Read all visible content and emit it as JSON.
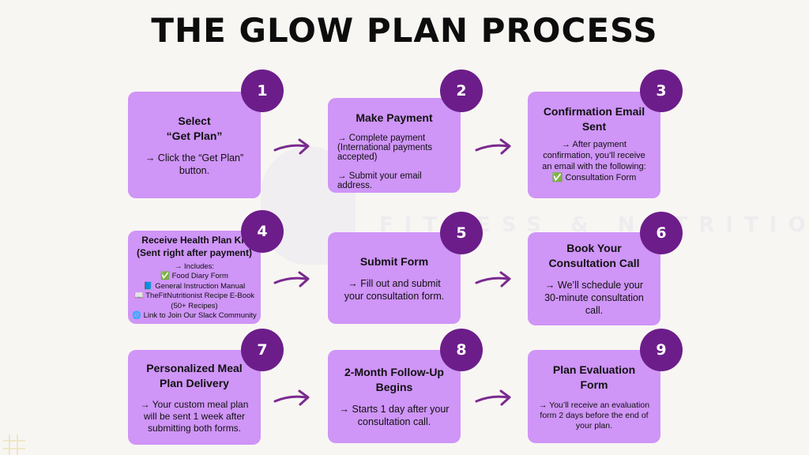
{
  "page": {
    "title": "THE GLOW PLAN PROCESS"
  },
  "watermark": {
    "text": "FITNESS & NUTRITION"
  },
  "steps": [
    {
      "number": "1",
      "title": "Select\n“Get Plan”",
      "body": "→ Click the “Get Plan”\nbutton."
    },
    {
      "number": "2",
      "title": "Make Payment",
      "body": "→ Complete payment\n(International payments\naccepted)\n\n→ Submit your email\naddress."
    },
    {
      "number": "3",
      "title": "Confirmation Email\nSent",
      "body": "→ After payment\nconfirmation, you’ll receive\nan email with the following:\n✅ Consultation Form"
    },
    {
      "number": "4",
      "title": "Receive Health Plan Kit\n(Sent right after payment)",
      "body": "→ Includes:\n✅ Food Diary Form\n📘 General Instruction Manual\n📖 TheFitNutritionist Recipe E-Book\n(50+ Recipes)\n🌐 Link to Join Our Slack Community"
    },
    {
      "number": "5",
      "title": "Submit Form",
      "body": "→ Fill out and submit\nyour consultation form."
    },
    {
      "number": "6",
      "title": "Book Your\nConsultation Call",
      "body": "→ We’ll schedule your\n30-minute consultation\ncall."
    },
    {
      "number": "7",
      "title": "Personalized Meal\nPlan Delivery",
      "body": "→ Your custom meal plan\nwill be sent 1 week after\nsubmitting both forms."
    },
    {
      "number": "8",
      "title": "2-Month Follow-Up\nBegins",
      "body": "→ Starts 1 day after your\nconsultation call."
    },
    {
      "number": "9",
      "title": "Plan Evaluation\nForm",
      "body": "→ You’ll receive an evaluation\nform 2 days before the end of\nyour plan."
    }
  ],
  "colors": {
    "card": "#cf95f7",
    "badge": "#6c1d8a",
    "arrow": "#7a2a8f",
    "title": "#0d0d0d",
    "background": "#f8f6f3"
  }
}
